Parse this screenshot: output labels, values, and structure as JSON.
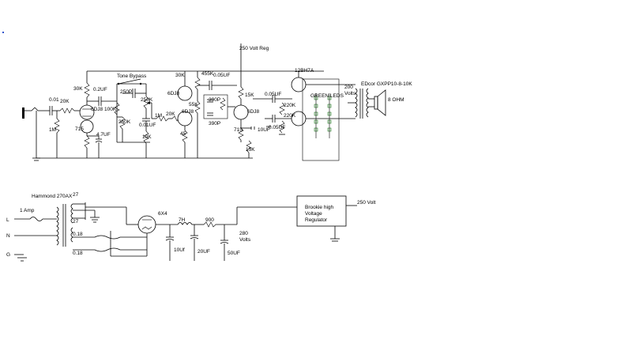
{
  "labels": {
    "reg_out": "250 Volt Reg",
    "tone_bypass": "Tone Bypass",
    "c_001": "0.01",
    "r_1m_in": "1M",
    "r_20k_a": "20K",
    "r_30k_a": "30K",
    "c_02uf": "0.2UF",
    "v1": "6DJ8",
    "r_715_a": "715",
    "c_47uf": "4.7UF",
    "c_250p": "250P",
    "r_100k": "100K",
    "r_250k_a": "250K",
    "r_250k_b": "250K",
    "c_001uf": "0.01UF",
    "r_10k": "10K",
    "r_1m_b": "1M",
    "r_20k_b": "20K",
    "v2_top": "6DJ8",
    "v2_bot": "6DJ8",
    "r_30k_b": "30K",
    "r_455k": "455K",
    "c_005uf_a": "0.05UF",
    "r_55k": "55K",
    "r_45": "45",
    "c_390p_a": "390P",
    "c_390p_b": "390P",
    "r_15k": "15K",
    "v3": "6DJ8",
    "r_715_b": "715",
    "c_10uf_a": "10UF",
    "r_15k_b": "15K",
    "c_005uf_b": "0.05UF",
    "c_005uf_c": "0.05UF",
    "r_220k_a": "220K",
    "r_220k_b": "220K",
    "v4": "12BH7A",
    "leds": "GREEN LEDS",
    "volts_200": "200",
    "volts_200b": "Volts",
    "transformer": "EDcor GXPP10-8-10K",
    "speaker": "8 OHM",
    "power_tx": "Hammond 270AX",
    "fuse": "1 Amp",
    "line_l": "L",
    "line_n": "N",
    "line_g": "G",
    "tap_27a": "27",
    "tap_27b": "27",
    "tap_018a": "0.18",
    "tap_018b": "0.18",
    "rect": "6X4",
    "choke": "7H",
    "r_900": "900",
    "c_10uf": "10Uf",
    "c_20uf": "20UF",
    "c_50uf": "50UF",
    "v_280a": "280",
    "v_280b": "Volts",
    "reg_box_1": "Brookie high",
    "reg_box_2": "Voltage",
    "reg_box_3": "Regulator",
    "v_250": "250 Volt"
  },
  "colors": {
    "ink": "#000000",
    "led": "#2a7a2a"
  }
}
